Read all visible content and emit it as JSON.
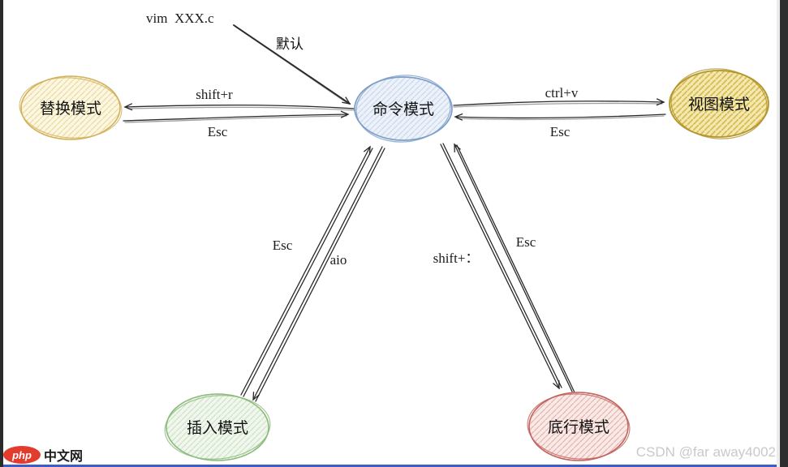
{
  "chrome": {
    "left_border_color": "#2b2b2b",
    "scrollbar_track_color": "#ececec",
    "scrollbar_color": "#2e2e30",
    "bottom_bar_color": "#3d5cc5"
  },
  "watermarks": {
    "csdn_text": "CSDN @far away4002",
    "csdn_color": "#c9c9c9",
    "php_badge": "php",
    "php_badge_color": "#e23c2f",
    "php_site": "中文网"
  },
  "diagram": {
    "arrow_color": "#2a2a2a",
    "start_command": "vim  XXX.c",
    "nodes": {
      "command": {
        "label": "命令模式",
        "stroke": "#7d9ec7",
        "fill": "#edf2fa",
        "hatch": "#c9d8ec"
      },
      "replace": {
        "label": "替换模式",
        "stroke": "#d2b15c",
        "fill": "#fcf7e1",
        "hatch": "#ecd9a2"
      },
      "view": {
        "label": "视图模式",
        "stroke": "#b3952e",
        "fill": "#f4e8ae",
        "hatch": "#d6bd55"
      },
      "insert": {
        "label": "插入模式",
        "stroke": "#8cba7c",
        "fill": "#f1f7ee",
        "hatch": "#cde3c4"
      },
      "lastline": {
        "label": "底行模式",
        "stroke": "#c2635e",
        "fill": "#f9eae8",
        "hatch": "#e5b5af"
      }
    },
    "edges": {
      "default": "默认",
      "to_replace": "shift+r",
      "from_replace": "Esc",
      "to_view": "ctrl+v",
      "from_view": "Esc",
      "to_insert": "aio",
      "from_insert": "Esc",
      "to_lastline": "shift+：",
      "from_lastline": "Esc"
    }
  }
}
